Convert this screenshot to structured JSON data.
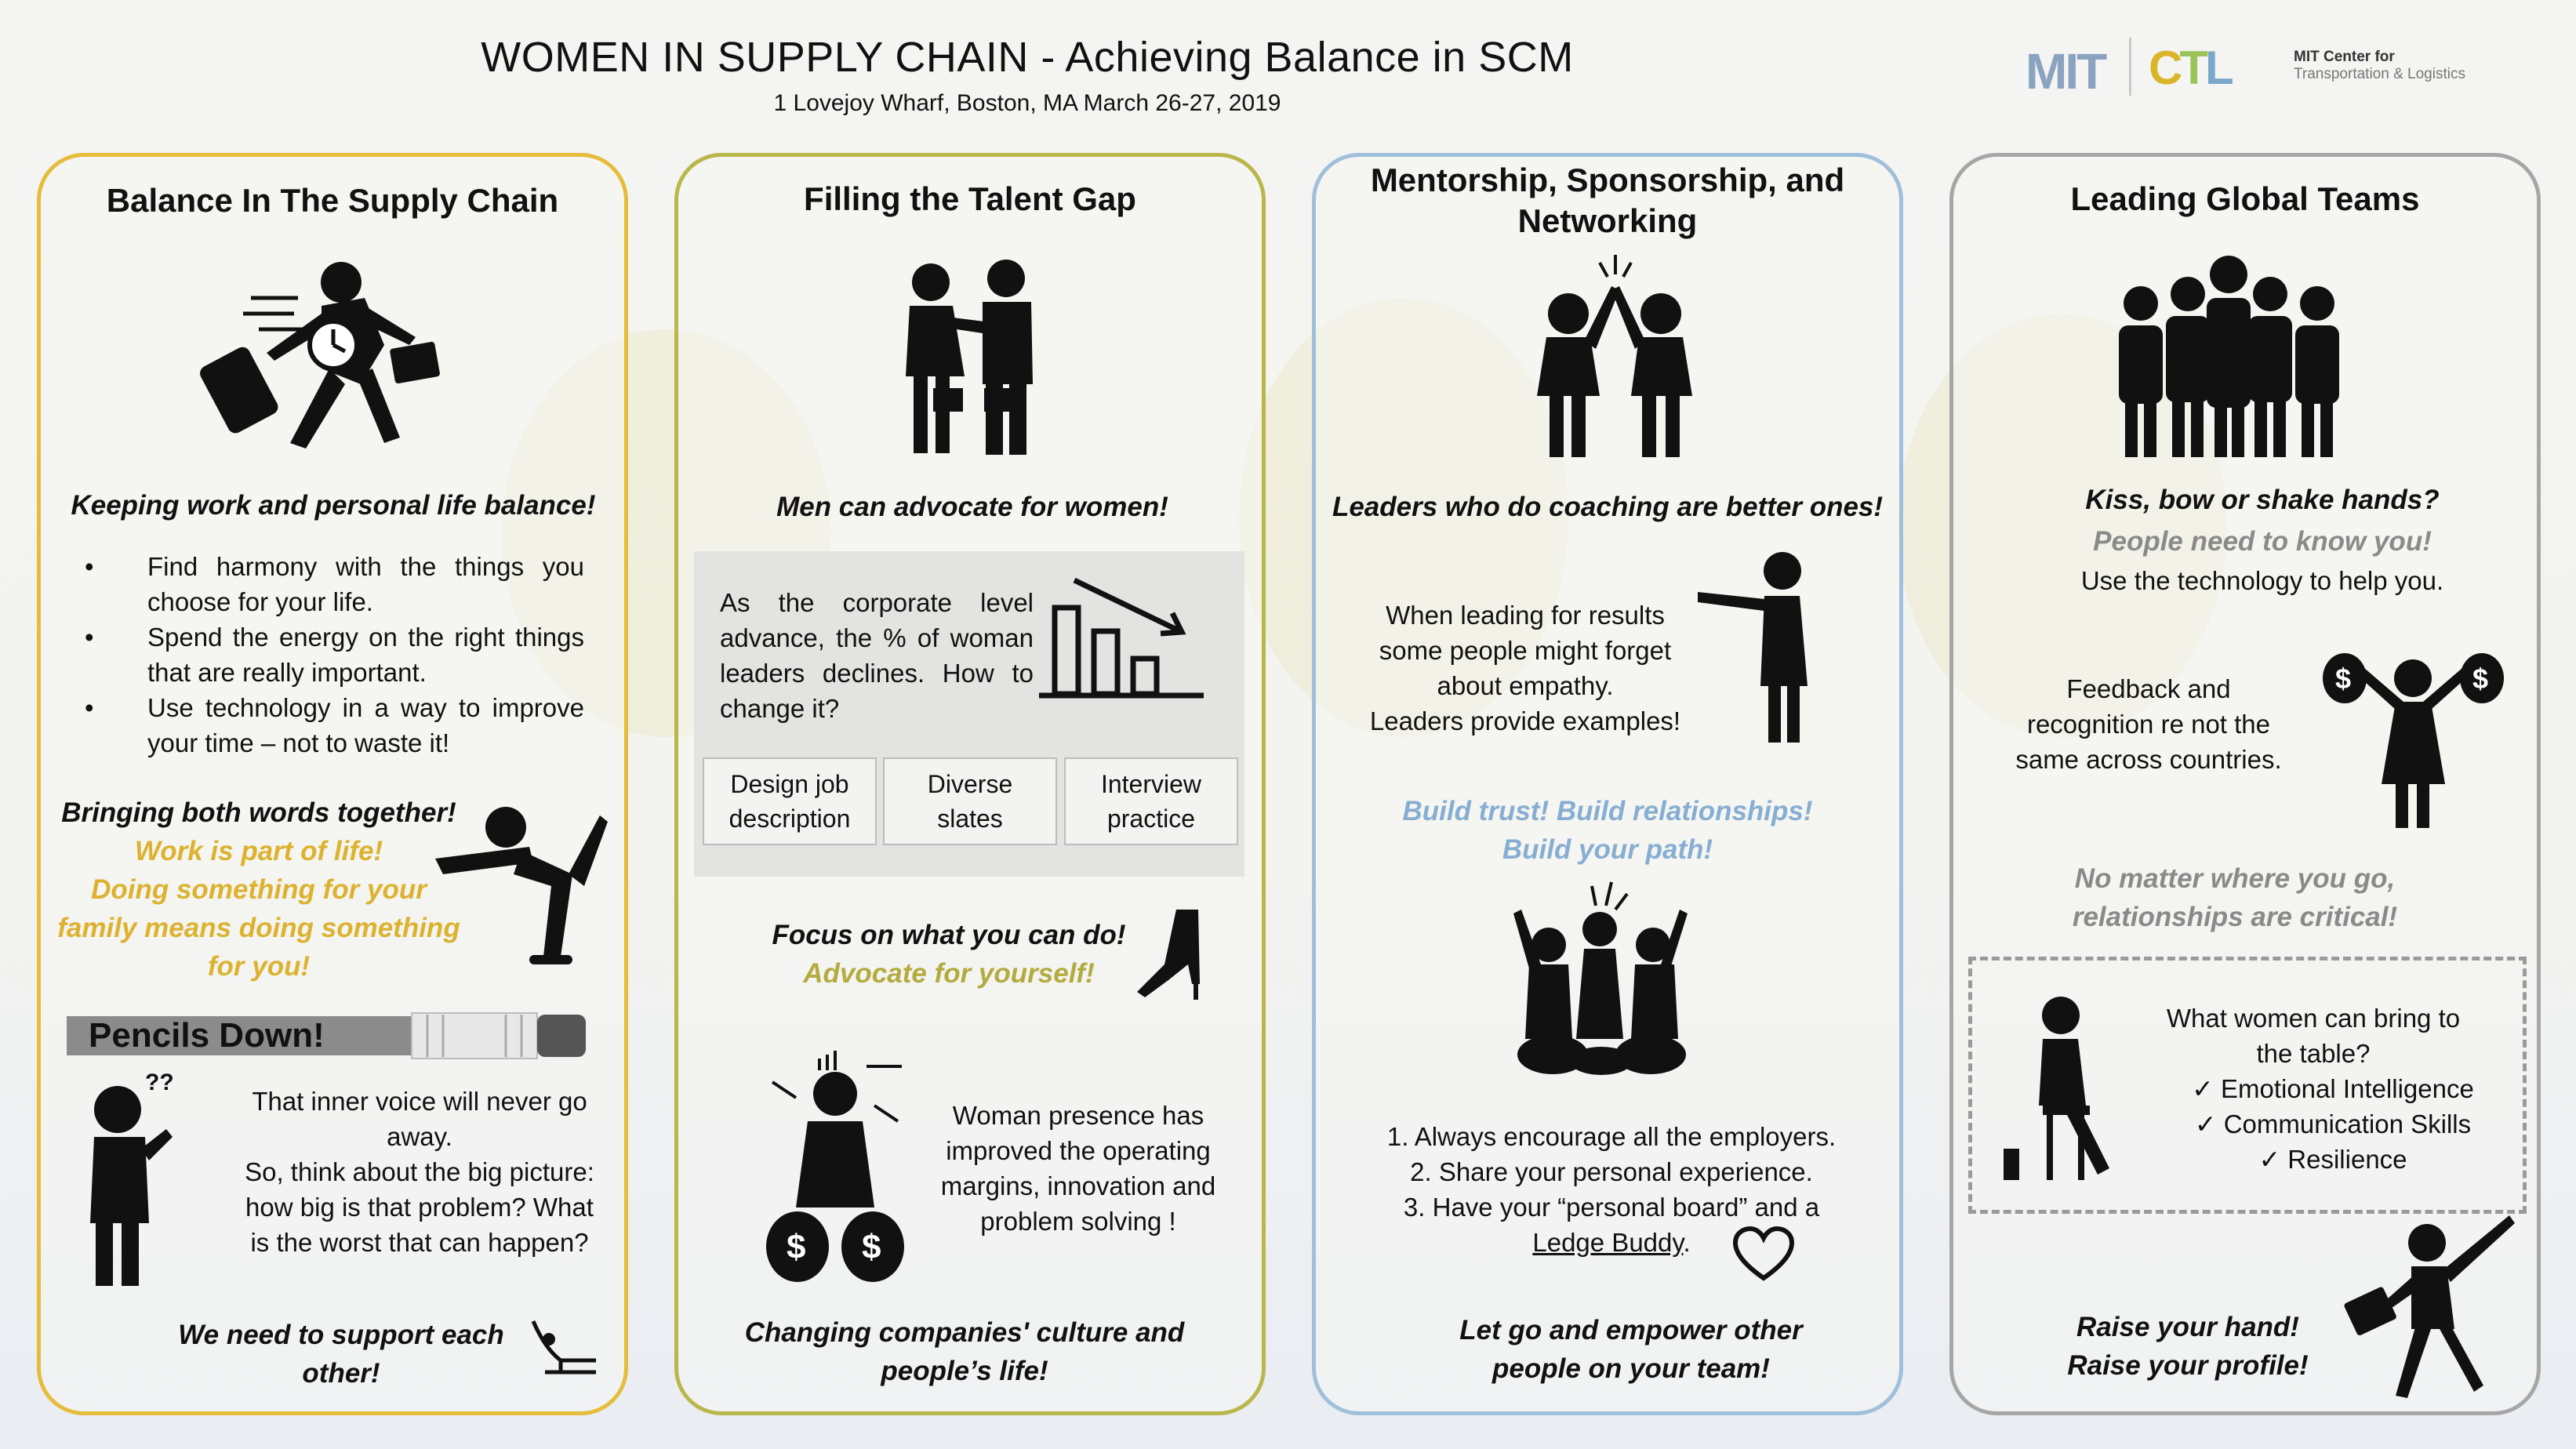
{
  "header": {
    "title": "WOMEN IN SUPPLY CHAIN - Achieving Balance in SCM",
    "subtitle": "1 Lovejoy Wharf, Boston, MA March 26-27, 2019",
    "logo_mit": "MIT",
    "logo_ctl": [
      "C",
      "T",
      "L"
    ],
    "logo_center_line1": "MIT Center for",
    "logo_center_line2": "Transportation & Logistics"
  },
  "panel1": {
    "title": "Balance In The Supply Chain",
    "tagline": "Keeping work and personal life balance!",
    "bullets": [
      "Find harmony with the things you choose for your life.",
      "Spend the energy on the right things that are really important.",
      "Use technology in a way to improve your time – not to waste it!"
    ],
    "words_heading": "Bringing both words together!",
    "words_lines": [
      "Work is part of life!",
      "Doing something for your",
      "family means doing something",
      "for you!"
    ],
    "pencil_label": "Pencils Down!",
    "voice_lines": [
      "That inner voice will never go",
      "away.",
      "So, think about the big picture:",
      "how big is that problem? What",
      "is the worst that can happen?"
    ],
    "closing_lines": [
      "We need to support each",
      "other!"
    ]
  },
  "panel2": {
    "title": "Filling the Talent Gap",
    "tagline": "Men can advocate for women!",
    "box_text": "As the corporate level advance, the % of woman leaders declines. How to change it?",
    "actions": [
      [
        "Design job",
        "description"
      ],
      [
        "Diverse",
        "slates"
      ],
      [
        "Interview",
        "practice"
      ]
    ],
    "focus_line": "Focus on what you can do!",
    "advocate_line": "Advocate for yourself!",
    "presence_lines": [
      "Woman presence has",
      "improved the operating",
      "margins, innovation and",
      "problem solving !"
    ],
    "closing_lines": [
      "Changing companies' culture and",
      "people’s life!"
    ]
  },
  "panel3": {
    "title_lines": [
      "Mentorship, Sponsorship, and",
      "Networking"
    ],
    "tagline": "Leaders who do coaching are better ones!",
    "empathy_lines": [
      "When leading for results",
      "some people might forget",
      "about empathy.",
      "Leaders provide examples!"
    ],
    "trust_lines": [
      "Build trust! Build relationships!",
      "Build your path!"
    ],
    "steps": [
      "1.   Always encourage all the employers.",
      "2.   Share your personal experience.",
      "3.   Have your “personal board” and a"
    ],
    "buddy": "Ledge Buddy",
    "buddy_suffix": ".",
    "closing_lines": [
      "Let go and empower other",
      "people on your team!"
    ]
  },
  "panel4": {
    "title": "Leading Global Teams",
    "tagline": "Kiss, bow or shake hands?",
    "know_line": "People need to know you!",
    "tech_line": "Use the technology to help you.",
    "feedback_lines": [
      "Feedback and",
      "recognition re not the",
      "same across countries."
    ],
    "matter_lines": [
      "No matter where you go,",
      "relationships are critical!"
    ],
    "table_lines": [
      "What women can bring to",
      "the table?"
    ],
    "qualities": [
      "Emotional Intelligence",
      "Communication Skills",
      "Resilience"
    ],
    "closing_lines": [
      "Raise your hand!",
      "Raise your profile!"
    ]
  },
  "icons": [
    "rushing-traveler-icon",
    "handshake-icon",
    "high-five-icon",
    "team-group-icon",
    "yoga-pose-icon",
    "declining-bar-chart-icon",
    "boot-icon",
    "thinking-person-icon",
    "money-bags-woman-icon",
    "pointing-businesswoman-icon",
    "cheering-team-icon",
    "heart-icon",
    "money-raise-woman-icon",
    "seated-thinker-icon",
    "jumping-businesswoman-icon",
    "sled-icon"
  ],
  "colors": {
    "gold": "#dcb22f",
    "olive": "#b3ab3e",
    "blue": "#86aed3",
    "grey": "#8a8a8a"
  }
}
